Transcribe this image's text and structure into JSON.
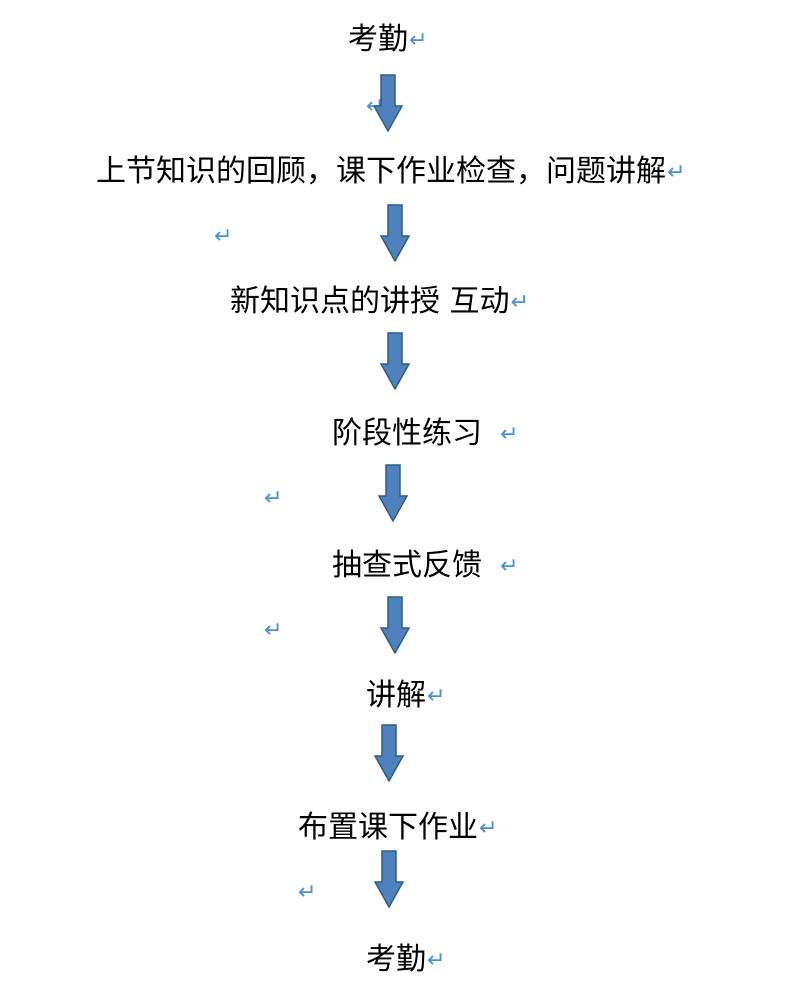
{
  "flow": {
    "steps": [
      "考勤",
      "上节知识的回顾，课下作业检查，问题讲解",
      "新知识点的讲授 互动",
      "阶段性练习",
      "抽查式反馈",
      "讲解",
      "布置课下作业",
      "考勤"
    ],
    "paragraph_mark": "↵"
  },
  "colors": {
    "arrow_fill": "#4f81bd",
    "arrow_stroke": "#2e5c8a",
    "mark": "#4a90d9"
  }
}
